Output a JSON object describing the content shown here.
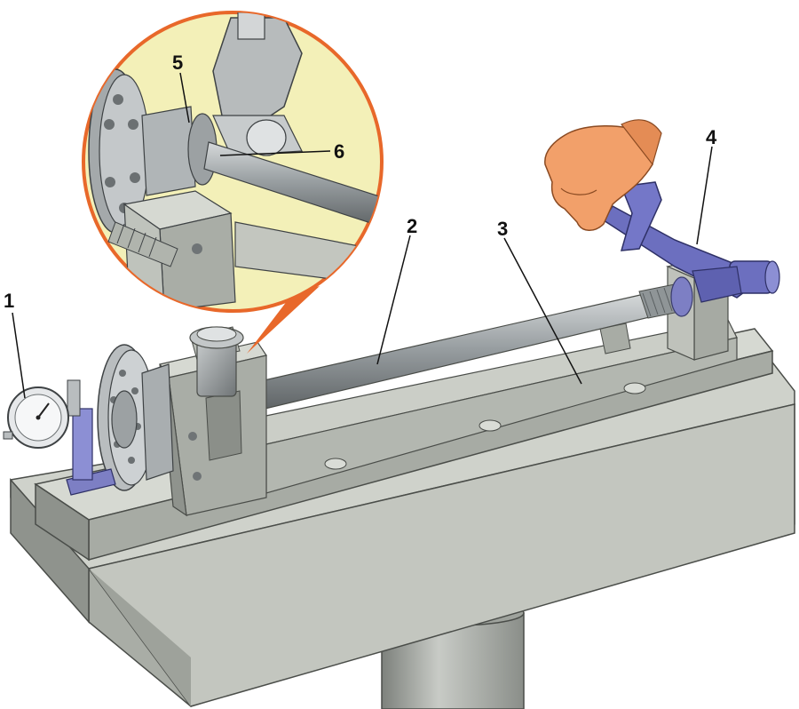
{
  "callouts": [
    {
      "id": "1",
      "text": "1"
    },
    {
      "id": "2",
      "text": "2"
    },
    {
      "id": "3",
      "text": "3"
    },
    {
      "id": "4",
      "text": "4"
    },
    {
      "id": "5",
      "text": "5"
    },
    {
      "id": "6",
      "text": "6"
    }
  ],
  "colors": {
    "table": "#c9ccc5",
    "bench": "#b9bdb5",
    "shaft": "#9aa0a3",
    "tool": "#6c6fbf",
    "skin": "#f2a06a",
    "inset_bg": "#f3f0b8",
    "inset_border": "#e8682a"
  }
}
